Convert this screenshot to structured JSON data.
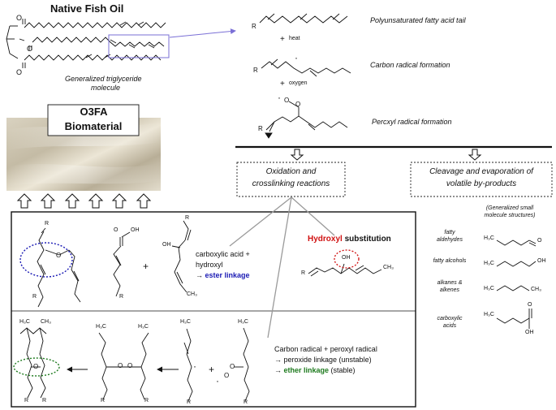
{
  "native_fish_oil": {
    "title": "Native Fish Oil",
    "caption_line1": "Generalized triglyceride",
    "caption_line2": "molecule"
  },
  "biomaterial": {
    "line1": "O3FA",
    "line2": "Biomaterial"
  },
  "oxidation_steps": {
    "tail": "Polyunsaturated fatty acid tail",
    "plus_heat": "heat",
    "carbon_radical": "Carbon radical formation",
    "plus_oxygen": "oxygen",
    "peroxyl_radical": "Percxyl radical formation"
  },
  "outcomes": {
    "crosslinking_line1": "Oxidation and",
    "crosslinking_line2": "crosslinking reactions",
    "cleavage_line1": "Cleavage and evaporation of",
    "cleavage_line2": "volatile by-products"
  },
  "byproducts": {
    "header_line1": "(Generalized small",
    "header_line2": "molecule structures)",
    "items": [
      {
        "line1": "fatty",
        "line2": "aldehydes"
      },
      {
        "line1": "fatty alcohols",
        "line2": ""
      },
      {
        "line1": "alkanes &",
        "line2": "alkenes"
      },
      {
        "line1": "carboxylic",
        "line2": "acids"
      }
    ]
  },
  "reactions": {
    "ester_line1": "carboxylic acid +",
    "ester_line2": "hydroxyl",
    "ester_arrow": "→",
    "ester_link": "ester linkage",
    "hydroxyl_word": "Hydroxyl",
    "substitution_word": " substitution",
    "radical_line1": "Carbon radical + peroxyl radical",
    "peroxide_line": "→ peroxide linkage (unstable)",
    "ether_arrow": "→ ",
    "ether_link": "ether linkage",
    "ether_suffix": " (stable)"
  },
  "atom_labels": {
    "R": "R",
    "O": "O",
    "OH": "OH",
    "H3C": "H₃C",
    "CH3": "CH₃",
    "plus": "+",
    "dot": "·"
  },
  "colors": {
    "ester_blue": "#1a1ab4",
    "hydroxyl_red": "#d01010",
    "ether_green": "#1e7a1e",
    "highlight_box": "#7a6fd6"
  }
}
